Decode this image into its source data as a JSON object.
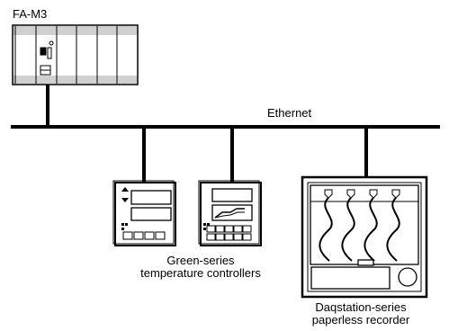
{
  "plc": {
    "label": "FA-M3"
  },
  "network": {
    "label": "Ethernet"
  },
  "controllers": {
    "line1": "Green-series",
    "line2": "temperature controllers"
  },
  "recorder": {
    "line1": "Daqstation-series",
    "line2": "paperless recorder"
  }
}
